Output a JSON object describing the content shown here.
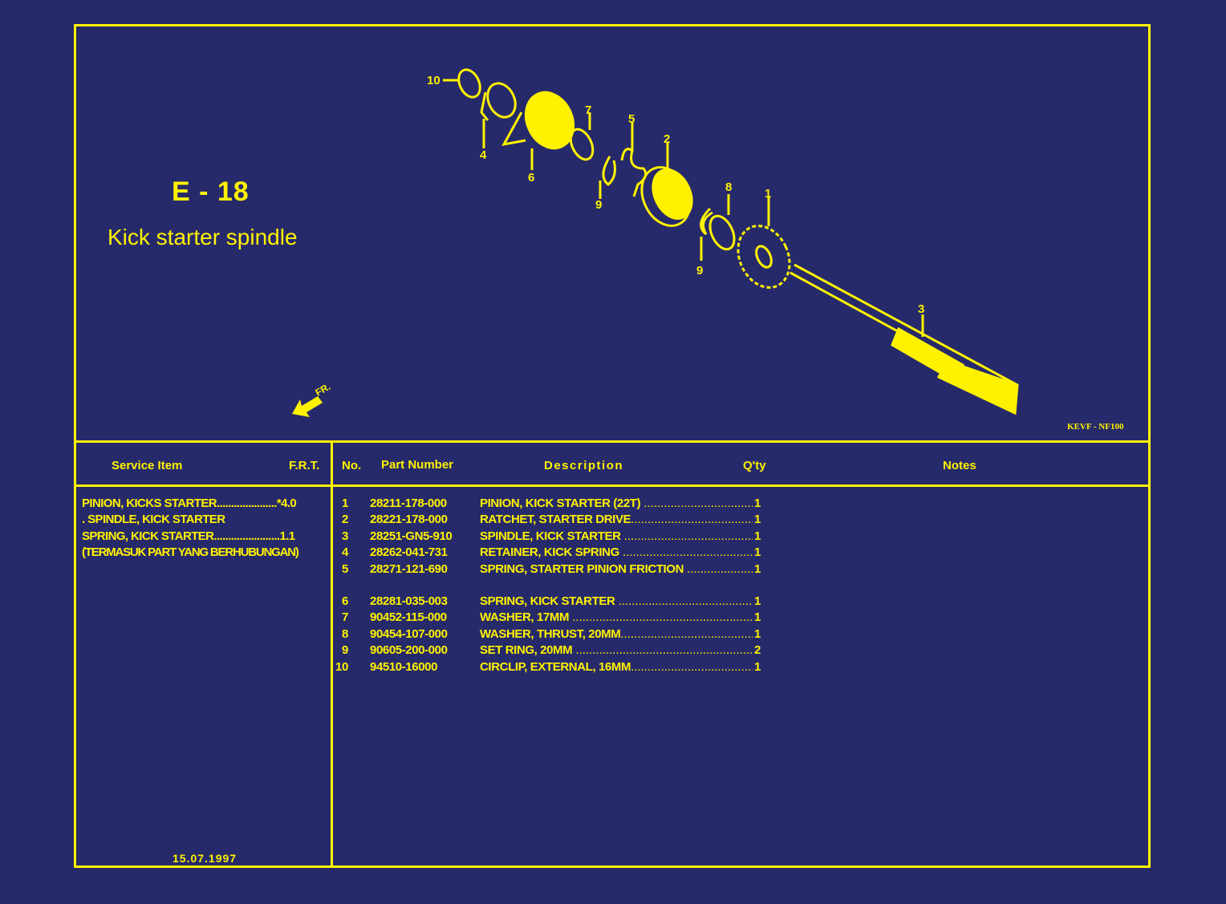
{
  "page": {
    "code": "E - 18",
    "title": "Kick starter spindle",
    "drawing_code": "KEVF - NF100",
    "front_indicator": "FR.",
    "date": "15.07.1997"
  },
  "diagram": {
    "callouts": [
      "10",
      "4",
      "6",
      "7",
      "9",
      "5",
      "2",
      "8",
      "9",
      "1",
      "3"
    ]
  },
  "headers": {
    "service_item": "Service Item",
    "frt": "F.R.T.",
    "no": "No.",
    "part_number": "Part Number",
    "description": "Description",
    "qty": "Q'ty",
    "notes": "Notes"
  },
  "service_items": [
    "PINION, KICKS STARTER.....................*4.0",
    ". SPINDLE, KICK STARTER",
    "SPRING, KICK STARTER.......................1.1",
    "(TERMASUK PART YANG BERHUBUNGAN)"
  ],
  "parts": [
    {
      "no": "1",
      "part_number": "28211-178-000",
      "description": "PINION, KICK STARTER (22T)",
      "qty": "1"
    },
    {
      "no": "2",
      "part_number": "28221-178-000",
      "description": "RATCHET, STARTER DRIVE",
      "qty": "1"
    },
    {
      "no": "3",
      "part_number": "28251-GN5-910",
      "description": "SPINDLE, KICK STARTER",
      "qty": "1"
    },
    {
      "no": "4",
      "part_number": "28262-041-731",
      "description": "RETAINER, KICK SPRING",
      "qty": "1"
    },
    {
      "no": "5",
      "part_number": "28271-121-690",
      "description": "SPRING, STARTER PINION FRICTION",
      "qty": "1"
    },
    {
      "no": "6",
      "part_number": "28281-035-003",
      "description": "SPRING, KICK STARTER",
      "qty": "1"
    },
    {
      "no": "7",
      "part_number": "90452-115-000",
      "description": "WASHER, 17MM",
      "qty": "1"
    },
    {
      "no": "8",
      "part_number": "90454-107-000",
      "description": "WASHER, THRUST, 20MM",
      "qty": "1"
    },
    {
      "no": "9",
      "part_number": "90605-200-000",
      "description": "SET RING, 20MM",
      "qty": "2"
    },
    {
      "no": "10",
      "part_number": "94510-16000",
      "description": "CIRCLIP, EXTERNAL, 16MM",
      "qty": "1"
    }
  ],
  "colors": {
    "background": "#272a6a",
    "ink": "#fff200"
  }
}
